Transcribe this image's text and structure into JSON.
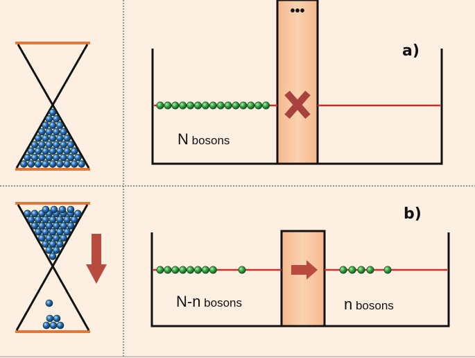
{
  "panels": [
    {
      "id": "a",
      "label": "a)",
      "left_text_main": "N",
      "left_text_sub": " bosons",
      "left_beads": 15,
      "right_beads": 0,
      "barrier_top": "•••",
      "barrier_symbol": "cross",
      "hourglass_state": "bottom-full"
    },
    {
      "id": "b",
      "label": "b)",
      "left_text_main": "N-n",
      "left_text_sub": " bosons",
      "right_text_main": "n",
      "right_text_sub": " bosons",
      "left_beads": 9,
      "right_beads": 5,
      "barrier_symbol": "arrow",
      "hourglass_state": "top-full"
    }
  ],
  "colors": {
    "background": "#fdf0e3",
    "barrier_fill": "#f8c9a0",
    "bead": "#3db04b",
    "line": "#c9302a",
    "cross": "#a8423f",
    "arrow": "#b84a3e",
    "ball": "#2c6fb5",
    "hourglass_cap": "#e0783c"
  }
}
